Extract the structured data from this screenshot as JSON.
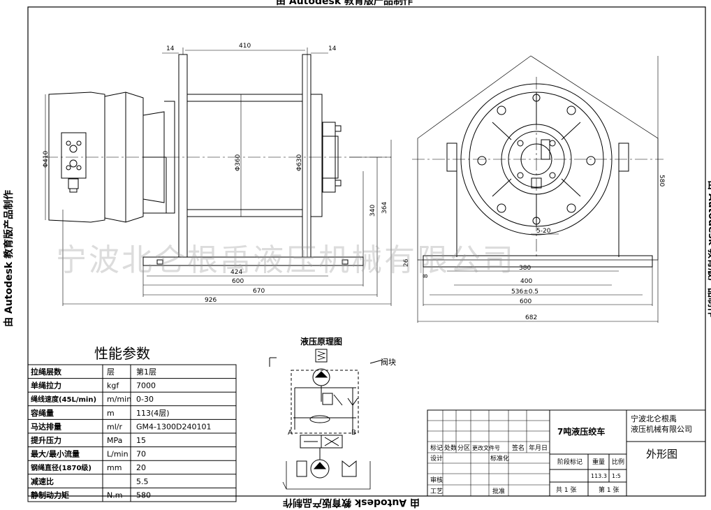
{
  "stamp": "由 Autodesk 教育版产品制作",
  "watermark": "宁波北仑根禹液压机械有限公司",
  "side_view": {
    "dims": {
      "d14_left": "14",
      "d410": "410",
      "d14_right": "14",
      "d424": "424",
      "d600": "600",
      "d670": "670",
      "d926": "926",
      "d340": "340",
      "d364": "364",
      "dia410": "Φ410",
      "dia360": "Φ360",
      "dia630": "Φ630"
    }
  },
  "front_view": {
    "dims": {
      "d580": "580",
      "d26": "26",
      "d380": "380",
      "d8": "8",
      "d400": "400",
      "d536": "536±0.5",
      "d600": "600",
      "d682": "682",
      "d5_20": "5-20"
    }
  },
  "perf_table": {
    "title": "性能参数",
    "rows": [
      {
        "name": "拉绳层数",
        "unit": "层",
        "value": "第1层"
      },
      {
        "name": "单绳拉力",
        "unit": "kgf",
        "value": "7000"
      },
      {
        "name": "绳线速度(45L/min)",
        "unit": "m/min",
        "value": "0-30"
      },
      {
        "name": "容绳量",
        "unit": "m",
        "value": "113(4层)"
      },
      {
        "name": "马达排量",
        "unit": "ml/r",
        "value": "GM4-1300D240101"
      },
      {
        "name": "提升压力",
        "unit": "MPa",
        "value": "15"
      },
      {
        "name": "最大/最小流量",
        "unit": "L/min",
        "value": "70"
      },
      {
        "name": "钢绳直径(1870级)",
        "unit": "mm",
        "value": "20"
      },
      {
        "name": "减速比",
        "unit": "",
        "value": "5.5"
      },
      {
        "name": "静制动力矩",
        "unit": "N.m",
        "value": "580"
      }
    ]
  },
  "hydraulic": {
    "title": "液压原理图",
    "valve_label": "阀块",
    "port_a": "A",
    "port_b": "B"
  },
  "title_block": {
    "product": "7吨液压绞车",
    "company_l1": "宁波北仑根禹",
    "company_l2": "液压机械有限公司",
    "drawing": "外形图",
    "rev_headers": [
      "标记",
      "处数",
      "分区",
      "更改文件号",
      "签名",
      "年月日"
    ],
    "design": "设计",
    "standard": "标准化",
    "review": "审核",
    "process": "工艺",
    "approve": "批准",
    "stage_mark": "阶段标记",
    "weight": "重量",
    "scale": "比例",
    "weight_val": "113.3",
    "scale_val": "1:5",
    "sheets": "共 1 张",
    "sheet_no": "第 1 张"
  }
}
